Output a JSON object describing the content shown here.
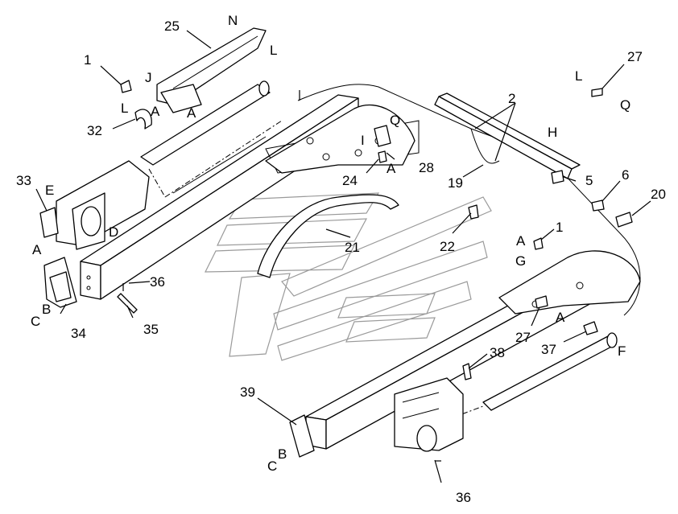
{
  "diagram": {
    "callouts": [
      {
        "id": "c1a",
        "text": "1"
      },
      {
        "id": "c1b",
        "text": "1"
      },
      {
        "id": "c2",
        "text": "2"
      },
      {
        "id": "c5",
        "text": "5"
      },
      {
        "id": "c6",
        "text": "6"
      },
      {
        "id": "c19",
        "text": "19"
      },
      {
        "id": "c20",
        "text": "20"
      },
      {
        "id": "c21",
        "text": "21"
      },
      {
        "id": "c22",
        "text": "22"
      },
      {
        "id": "c24",
        "text": "24"
      },
      {
        "id": "c25",
        "text": "25"
      },
      {
        "id": "c27a",
        "text": "27"
      },
      {
        "id": "c27b",
        "text": "27"
      },
      {
        "id": "c28",
        "text": "28"
      },
      {
        "id": "c32",
        "text": "32"
      },
      {
        "id": "c33",
        "text": "33"
      },
      {
        "id": "c34",
        "text": "34"
      },
      {
        "id": "c35",
        "text": "35"
      },
      {
        "id": "c36a",
        "text": "36"
      },
      {
        "id": "c36b",
        "text": "36"
      },
      {
        "id": "c37",
        "text": "37"
      },
      {
        "id": "c38",
        "text": "38"
      },
      {
        "id": "c39",
        "text": "39"
      }
    ],
    "letters": {
      "N": "N",
      "L": "L",
      "J": "J",
      "A": "A",
      "E": "E",
      "D": "D",
      "B": "B",
      "C": "C",
      "Q": "Q",
      "I": "I",
      "H": "H",
      "G": "G",
      "F": "F"
    }
  }
}
